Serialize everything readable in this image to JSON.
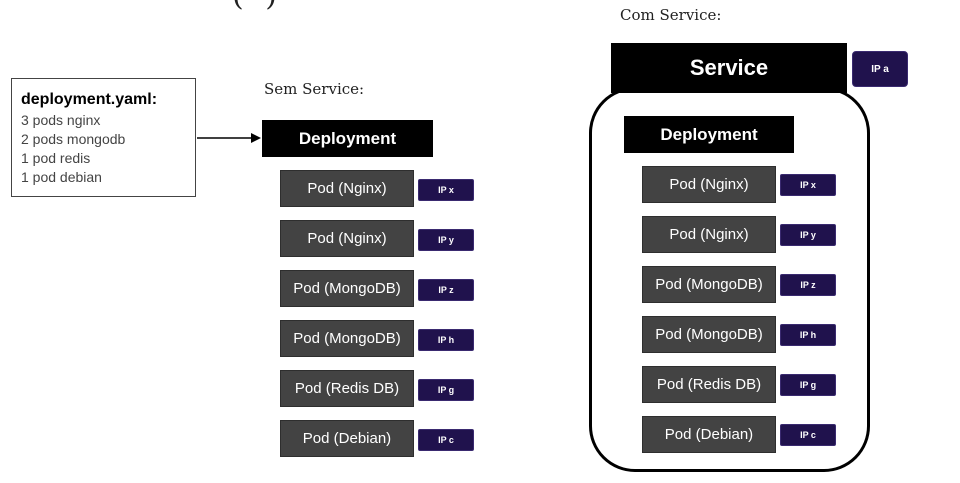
{
  "top": {
    "paren_text": "( )"
  },
  "yaml": {
    "title": "deployment.yaml:",
    "lines": [
      "3 pods nginx",
      "2 pods mongodb",
      "1 pod redis",
      "1 pod debian"
    ]
  },
  "sem": {
    "caption": "Sem Service:",
    "deployment_label": "Deployment",
    "pods": [
      {
        "label": "Pod (Nginx)",
        "ip": "IP x"
      },
      {
        "label": "Pod (Nginx)",
        "ip": "IP y"
      },
      {
        "label": "Pod (MongoDB)",
        "ip": "IP z"
      },
      {
        "label": "Pod (MongoDB)",
        "ip": "IP h"
      },
      {
        "label": "Pod (Redis DB)",
        "ip": "IP g"
      },
      {
        "label": "Pod (Debian)",
        "ip": "IP c"
      }
    ]
  },
  "com": {
    "caption": "Com Service:",
    "service_label": "Service",
    "service_ip": "IP a",
    "deployment_label": "Deployment",
    "pods": [
      {
        "label": "Pod (Nginx)",
        "ip": "IP x"
      },
      {
        "label": "Pod (Nginx)",
        "ip": "IP y"
      },
      {
        "label": "Pod (MongoDB)",
        "ip": "IP z"
      },
      {
        "label": "Pod (MongoDB)",
        "ip": "IP h"
      },
      {
        "label": "Pod (Redis DB)",
        "ip": "IP g"
      },
      {
        "label": "Pod (Debian)",
        "ip": "IP c"
      }
    ]
  },
  "colors": {
    "pod_bg": "#434343",
    "ip_bg": "#20124d",
    "header_bg": "#000000"
  }
}
